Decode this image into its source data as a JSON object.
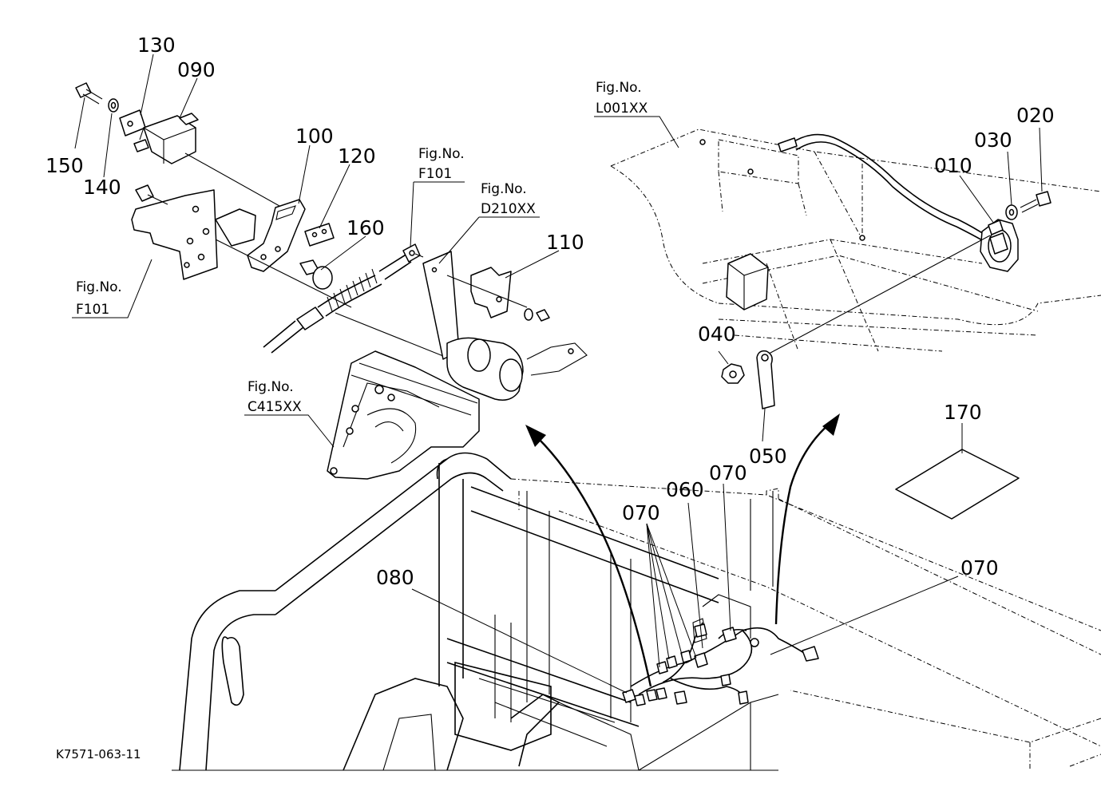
{
  "document_code": "K7571-063-11",
  "part_numbers": {
    "p010": "010",
    "p020": "020",
    "p030": "030",
    "p040": "040",
    "p050": "050",
    "p060": "060",
    "p070": "070",
    "p080": "080",
    "p090": "090",
    "p100": "100",
    "p110": "110",
    "p120": "120",
    "p130": "130",
    "p140": "140",
    "p150": "150",
    "p160": "160",
    "p170": "170"
  },
  "figure_references": [
    {
      "label": "Fig.No.",
      "code": "F101"
    },
    {
      "label": "Fig.No.",
      "code": "F101"
    },
    {
      "label": "Fig.No.",
      "code": "D210XX"
    },
    {
      "label": "Fig.No.",
      "code": "C415XX"
    },
    {
      "label": "Fig.No.",
      "code": "L001XX"
    }
  ],
  "colors": {
    "ink": "#000000",
    "paper": "#ffffff"
  }
}
